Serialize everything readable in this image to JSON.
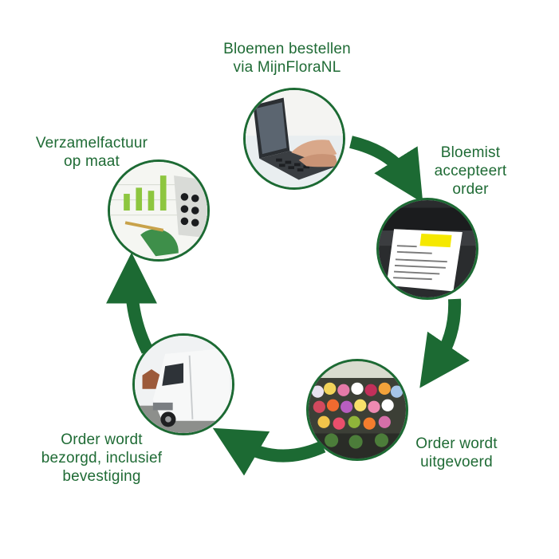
{
  "steps": [
    {
      "label": "Bloemen bestellen\nvia MijnFloraNL",
      "icon": "laptop-typing-photo"
    },
    {
      "label": "Bloemist\naccepteert\norder",
      "icon": "printer-order-photo"
    },
    {
      "label": "Order wordt\nuitgevoerd",
      "icon": "flower-shop-photo"
    },
    {
      "label": "Order wordt\nbezorgd, inclusief\nbevestiging",
      "icon": "delivery-van-photo"
    },
    {
      "label": "Verzamelfactuur\nop maat",
      "icon": "invoice-charts-photo"
    }
  ],
  "colors": {
    "arrow": "#1c6a33",
    "text": "#1f6b35",
    "ring": "#1c6a33"
  }
}
